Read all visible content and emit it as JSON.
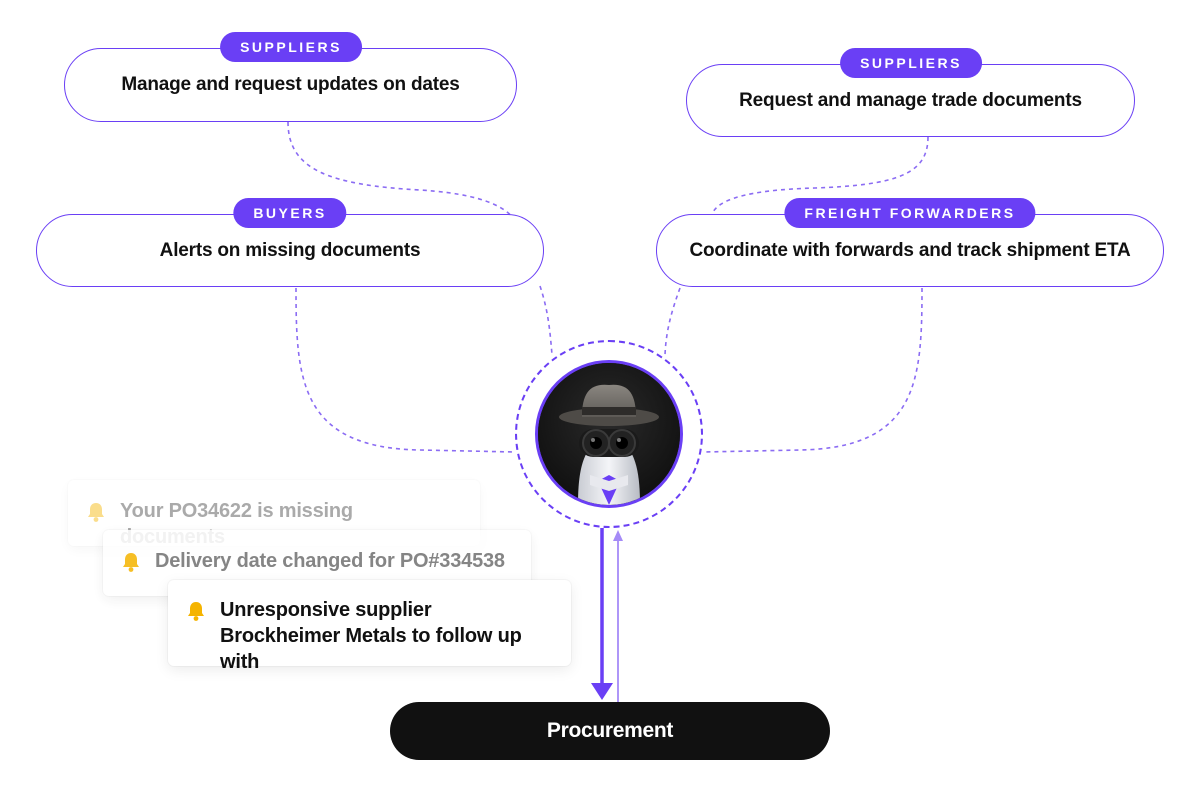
{
  "nodes": {
    "suppliers_dates": {
      "tag": "SUPPLIERS",
      "text": "Manage and request updates on dates"
    },
    "suppliers_docs": {
      "tag": "SUPPLIERS",
      "text": "Request and manage trade documents"
    },
    "buyers": {
      "tag": "BUYERS",
      "text": "Alerts on missing documents"
    },
    "forwarders": {
      "tag": "FREIGHT FORWARDERS",
      "text": "Coordinate with forwards and track shipment ETA"
    }
  },
  "notifications": [
    {
      "text": "Your PO34622 is missing documents"
    },
    {
      "text": "Delivery date changed for PO#334538"
    },
    {
      "text": "Unresponsive supplier Brockheimer Metals to follow up with"
    }
  ],
  "procurement": {
    "label": "Procurement"
  },
  "colors": {
    "accent": "#6a3ff5",
    "accent_light": "#a58bf7",
    "bell": "#f5b400",
    "dark": "#111111"
  }
}
